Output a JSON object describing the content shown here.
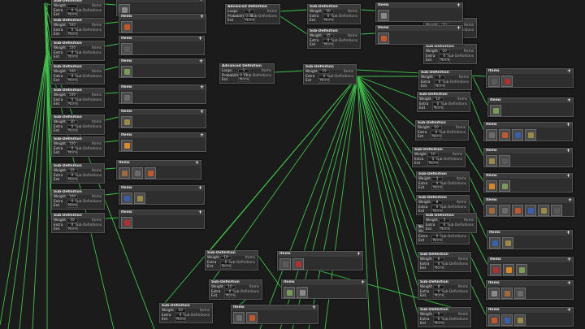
{
  "labels": {
    "sub_definition": "Sub-Definition",
    "advanced_definition": "Advanced Definition",
    "items": "Items",
    "weight": "Weight",
    "extra": "Extra",
    "ent": "Ent",
    "loops": "Loops",
    "probability": "Probability",
    "none": "None",
    "unit_items": "Items",
    "unit_subdefs": "Sub-Definitions",
    "add": "+"
  },
  "advanced_nodes": [
    {
      "loops": "2",
      "probability": "0.04"
    },
    {
      "loops": "1",
      "probability": "0.13"
    }
  ],
  "sub_nodes": [
    {
      "weight": "",
      "extra": "0"
    },
    {
      "weight": "100",
      "extra": "0"
    },
    {
      "weight": "100",
      "extra": "0"
    },
    {
      "weight": "100",
      "extra": "0"
    },
    {
      "weight": "100",
      "extra": "0"
    },
    {
      "weight": "30",
      "extra": "0"
    },
    {
      "weight": "100",
      "extra": "0"
    },
    {
      "weight": "25",
      "extra": "0"
    },
    {
      "weight": "100",
      "extra": "0"
    },
    {
      "weight": "50",
      "extra": "0"
    },
    {
      "weight": "50",
      "extra": "0"
    },
    {
      "weight": "35",
      "extra": "0"
    },
    {
      "weight": "75",
      "extra": "0"
    },
    {
      "weight": "5",
      "extra": "0"
    },
    {
      "weight": "10",
      "extra": "0"
    },
    {
      "weight": "10",
      "extra": "0"
    },
    {
      "weight": "10",
      "extra": "0"
    },
    {
      "weight": "3",
      "extra": "0"
    },
    {
      "weight": "8",
      "extra": "0"
    },
    {
      "weight": "8",
      "extra": "0"
    },
    {
      "weight": "6",
      "extra": "0"
    },
    {
      "weight": "8",
      "extra": "0"
    },
    {
      "weight": "5",
      "extra": "0"
    },
    {
      "weight": "10",
      "extra": "0"
    },
    {
      "weight": "10",
      "extra": "0"
    },
    {
      "weight": "10",
      "extra": "0"
    },
    {
      "weight": "10",
      "extra": "0"
    },
    {
      "weight": "10",
      "extra": "0"
    },
    {
      "weight": "5",
      "extra": "0"
    }
  ],
  "colors": {
    "wire": "#3fc24a",
    "panel": "#2e2e2e",
    "background": "#1b1b1b"
  }
}
